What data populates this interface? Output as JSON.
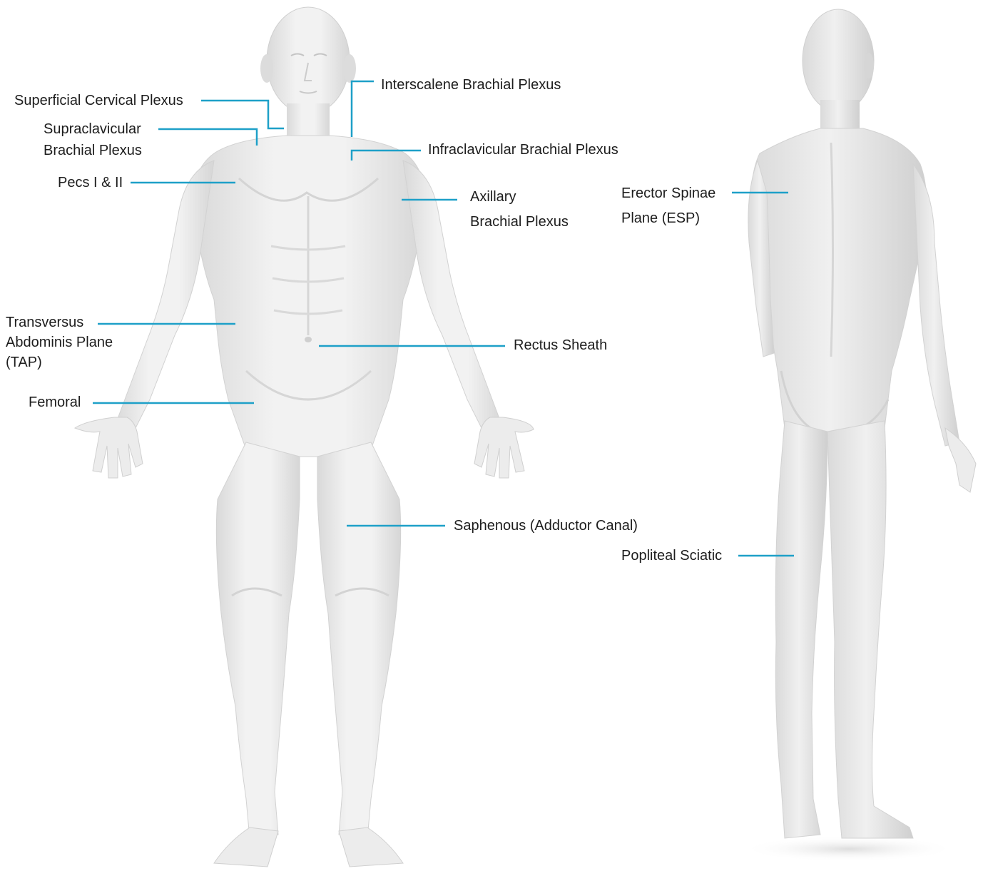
{
  "diagram": {
    "accent_color": "#1ea0c8",
    "body_color": "#ececec",
    "views": [
      "front-view",
      "back-view"
    ],
    "labels": {
      "superficial_cervical": "Superficial Cervical Plexus",
      "supraclavicular_line1": "Supraclavicular",
      "supraclavicular_line2": "Brachial Plexus",
      "pecs": "Pecs I & II",
      "tap_line1": "Transversus",
      "tap_line2": "Abdominis Plane",
      "tap_line3": "(TAP)",
      "femoral": "Femoral",
      "interscalene": "Interscalene Brachial Plexus",
      "infraclavicular": "Infraclavicular Brachial Plexus",
      "axillary_line1": "Axillary",
      "axillary_line2": "Brachial Plexus",
      "rectus_sheath": "Rectus Sheath",
      "saphenous": "Saphenous (Adductor Canal)",
      "erector_line1": "Erector Spinae",
      "erector_line2": "Plane (ESP)",
      "popliteal": "Popliteal Sciatic"
    }
  }
}
